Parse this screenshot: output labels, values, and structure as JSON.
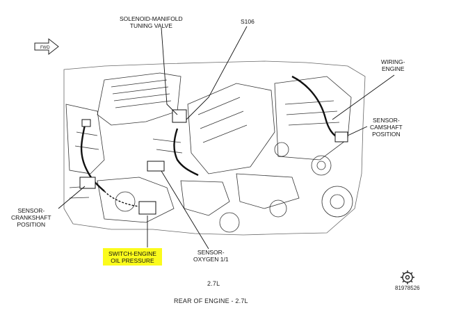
{
  "labels": {
    "solenoid": [
      "SOLENOID-MANIFOLD",
      "TUNING VALVE"
    ],
    "s106": "S106",
    "wiring": [
      "WIRING-",
      "ENGINE"
    ],
    "camshaft": [
      "SENSOR-",
      "CAMSHAFT",
      "POSITION"
    ],
    "crankshaft": [
      "SENSOR-",
      "CRANKSHAFT",
      "POSITION"
    ],
    "oil_pressure": [
      "SWITCH-ENGINE",
      "OIL PRESSURE"
    ],
    "oxygen": [
      "SENSOR-",
      "OXYGEN 1/1"
    ]
  },
  "fwd_arrow": "FWD",
  "engine_label": "2.7L",
  "caption": "REAR OF ENGINE  - 2.7L",
  "figure_number": "81978526",
  "colors": {
    "highlight": "#fbfb1c",
    "ink": "#111111"
  },
  "icons": [
    "fwd-arrow-icon",
    "gear-icon"
  ]
}
